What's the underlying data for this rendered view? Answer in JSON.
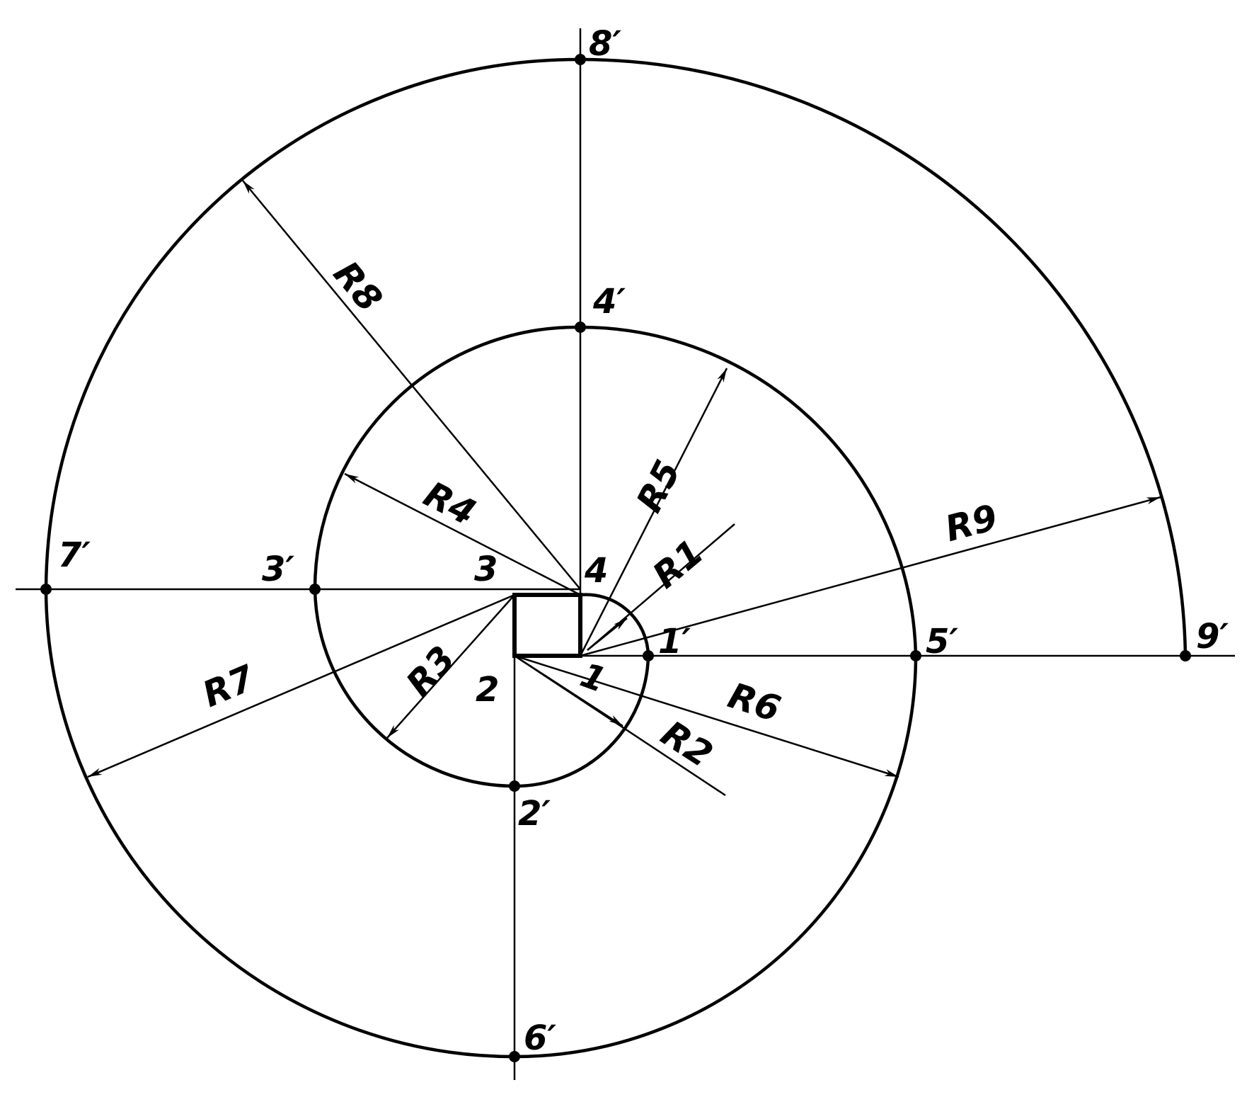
{
  "labels": {
    "p1": "1",
    "p2": "2",
    "p3": "3",
    "p4": "4",
    "p1p": "1′",
    "p2p": "2′",
    "p3p": "3′",
    "p4p": "4′",
    "p5p": "5′",
    "p6p": "6′",
    "p7p": "7′",
    "p8p": "8′",
    "p9p": "9′",
    "r1": "R1",
    "r2": "R2",
    "r3": "R3",
    "r4": "R4",
    "r5": "R5",
    "r6": "R6",
    "r7": "R7",
    "r8": "R8",
    "r9": "R9"
  },
  "colors": {
    "ink": "#000000",
    "paper": "#ffffff"
  }
}
